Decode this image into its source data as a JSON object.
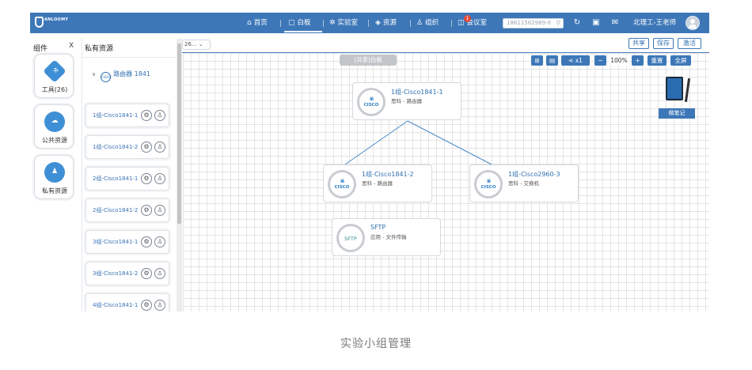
{
  "nav": {
    "logo_text": "ANLOOMY",
    "items": [
      {
        "icon": "⌂",
        "label": "首页"
      },
      {
        "icon": "▢",
        "label": "白板"
      },
      {
        "icon": "✲",
        "label": "实验室"
      },
      {
        "icon": "◈",
        "label": "资源"
      },
      {
        "icon": "♙",
        "label": "组织"
      },
      {
        "icon": "◫",
        "label": "会议室"
      }
    ],
    "badge": "1",
    "account": "18611582989-it",
    "user": "北理工-王老师"
  },
  "components": {
    "title": "组件",
    "close": "X",
    "items": [
      {
        "label": "工具(26)",
        "glyph": "⚒"
      },
      {
        "label": "公共资源",
        "glyph": "☁"
      },
      {
        "label": "私有资源",
        "glyph": "♟"
      }
    ]
  },
  "resources": {
    "title": "私有资源",
    "group": "路由器 1841",
    "group_icon_text": "CISCO",
    "items": [
      "1组-Cisco1841-1",
      "1组-Cisco1841-2",
      "2组-Cisco1841-1",
      "2组-Cisco1841-2",
      "3组-Cisco1841-1",
      "3组-Cisco1841-2",
      "4组-Cisco1841-1"
    ],
    "btn_settings": "⚙",
    "btn_user": "♙"
  },
  "toolbar": {
    "zoom_select": "26...",
    "share": "共享",
    "save": "保存",
    "activate": "激活"
  },
  "canvas": {
    "board_tag": "(共享)白板",
    "zoom_level": "100%",
    "link_label": "x1",
    "minus": "−",
    "plus": "+",
    "reset": "重置",
    "fullscreen": "全屏",
    "grid_icon": "⊞",
    "list_icon": "▤",
    "share_icon": "⋖",
    "nodes": [
      {
        "name": "1组-Cisco1841-1",
        "desc": "思科 - 路由器",
        "bars": "ılıılı",
        "brand": "CISCO"
      },
      {
        "name": "1组-Cisco1841-2",
        "desc": "思科 - 路由器",
        "bars": "ılıılı",
        "brand": "CISCO"
      },
      {
        "name": "1组-Cisco2960-3",
        "desc": "思科 - 交换机",
        "bars": "ılıılı",
        "brand": "CISCO"
      },
      {
        "name": "SFTP",
        "desc": "应用 - 文件传输",
        "icon_text": "SFTP"
      }
    ],
    "notebook_label": "做笔记"
  },
  "caption": "实验小组管理",
  "colors": {
    "primary": "#3d77b8",
    "link": "#2f6fb0",
    "badge": "#e64b3c"
  }
}
